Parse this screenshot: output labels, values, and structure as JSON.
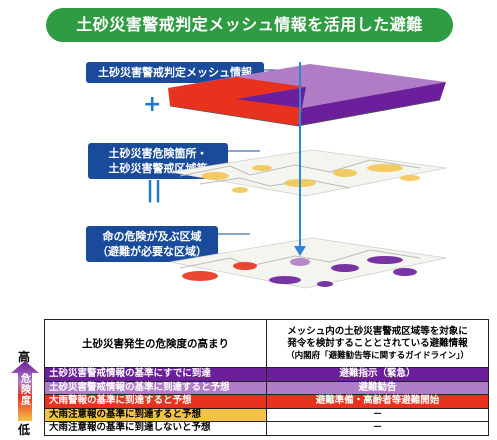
{
  "title": "土砂災害警戒判定メッシュ情報を活用した避難",
  "labels": {
    "mesh_info": "土砂災害警戒判定メッシュ情報",
    "hazard_area_line1": "土砂災害危険箇所・",
    "hazard_area_line2": "土砂災害警戒区域等",
    "danger_area_line1": "命の危険が及ぶ区域",
    "danger_area_line2": "（避難が必要な区域）",
    "plus": "+",
    "equals": "||"
  },
  "colors": {
    "title_bg": "#2f9b43",
    "label_bg": "#1a4b9b",
    "operator": "#1f78c8",
    "level_emergency": "#6b1f9a",
    "level_advisory": "#b07cc6",
    "level_prepare": "#e8321e",
    "level_caution": "#f3c24a",
    "level_none": "#ffffff",
    "arrow": "#2e86d6"
  },
  "scale": {
    "high": "高",
    "low": "低",
    "label": "危険度"
  },
  "table": {
    "header_left": "土砂災害発生の危険度の高まり",
    "header_right_line1": "メッシュ内の土砂災害警戒区域等を対象に",
    "header_right_line2": "発令を検討することとされている避難情報",
    "header_right_line3": "（内閣府「避難勧告等に関するガイドライン」）",
    "rows": [
      {
        "level": "土砂災害警戒情報の基準にすでに到達",
        "response": "避難指示（緊急）"
      },
      {
        "level": "土砂災害警戒情報の基準に到達すると予想",
        "response": "避難勧告"
      },
      {
        "level": "大雨警報の基準に到達すると予想",
        "response": "避難準備・高齢者等避難開始"
      },
      {
        "level": "大雨注意報の基準に到達すると予想",
        "response": "－"
      },
      {
        "level": "大雨注意報の基準に到達しないと予想",
        "response": "－"
      }
    ]
  }
}
